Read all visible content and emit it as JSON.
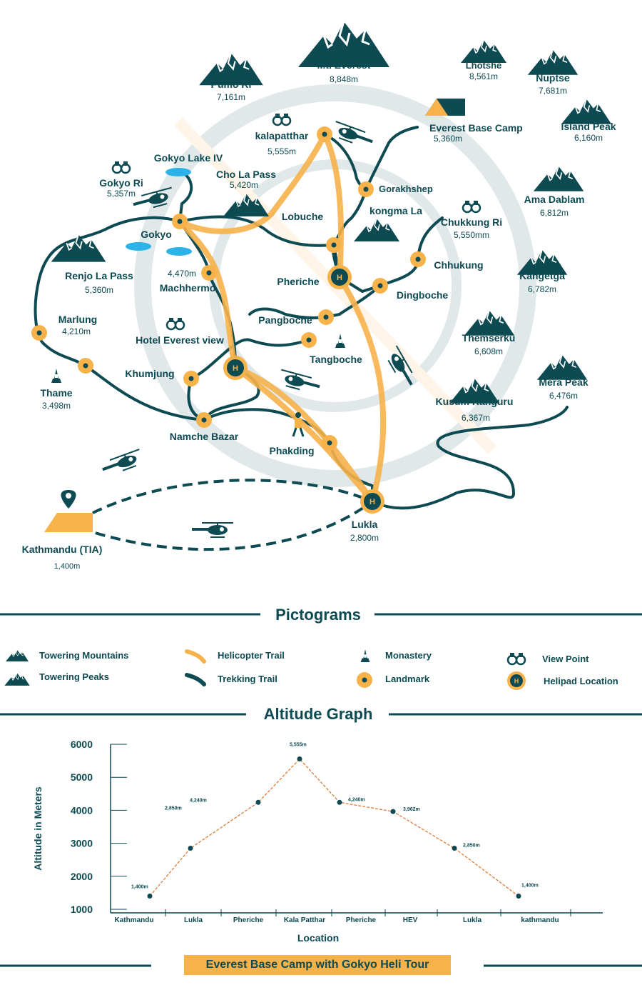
{
  "mountains": [
    {
      "name": "Mt. Everest",
      "alt": "8,848m"
    },
    {
      "name": "Pumo Ri",
      "alt": "7,161m"
    },
    {
      "name": "Lhotshe",
      "alt": "8,561m"
    },
    {
      "name": "Nuptse",
      "alt": "7,681m"
    },
    {
      "name": "Island Peak",
      "alt": "6,160m"
    },
    {
      "name": "Ama Dablam",
      "alt": "6,812m"
    },
    {
      "name": "Kangetga",
      "alt": "6,782m"
    },
    {
      "name": "Themserku",
      "alt": "6,608m"
    },
    {
      "name": "Mera Peak",
      "alt": "6,476m"
    },
    {
      "name": "Kusum Kanguru",
      "alt": "6,367m"
    }
  ],
  "places": [
    {
      "name": "Everest Base Camp",
      "alt": "5,360m"
    },
    {
      "name": "kalapatthar",
      "alt": "5,555m"
    },
    {
      "name": "Gokyo Lake IV",
      "alt": ""
    },
    {
      "name": "Cho La Pass",
      "alt": "5,420m"
    },
    {
      "name": "Gokyo Ri",
      "alt": "5,357m"
    },
    {
      "name": "Gorakhshep",
      "alt": ""
    },
    {
      "name": "Lobuche",
      "alt": ""
    },
    {
      "name": "kongma La",
      "alt": ""
    },
    {
      "name": "Chukkung Ri",
      "alt": "5,550mm"
    },
    {
      "name": "Gokyo",
      "alt": ""
    },
    {
      "name": "Renjo La Pass",
      "alt": "5,360m"
    },
    {
      "name": "Machhermo",
      "alt": "4,470m"
    },
    {
      "name": "Pheriche",
      "alt": ""
    },
    {
      "name": "Chhukung",
      "alt": ""
    },
    {
      "name": "Dingboche",
      "alt": ""
    },
    {
      "name": "Pangboche",
      "alt": ""
    },
    {
      "name": "Marlung",
      "alt": "4,210m"
    },
    {
      "name": "Hotel Everest view",
      "alt": ""
    },
    {
      "name": "Tangboche",
      "alt": ""
    },
    {
      "name": "Khumjung",
      "alt": ""
    },
    {
      "name": "Thame",
      "alt": "3,498m"
    },
    {
      "name": "Namche Bazar",
      "alt": ""
    },
    {
      "name": "Phakding",
      "alt": ""
    },
    {
      "name": "Lukla",
      "alt": "2,800m"
    },
    {
      "name": "Kathmandu (TIA)",
      "alt": "1,400m"
    }
  ],
  "pictograms": {
    "title": "Pictograms",
    "items": [
      "Towering Mountains",
      "Towering Peaks",
      "Helicopter Trail",
      "Trekking Trail",
      "Monastery",
      "Landmark",
      "View Point",
      "Helipad Location"
    ]
  },
  "graph": {
    "title": "Altitude Graph"
  },
  "chart_data": {
    "type": "line",
    "title": "Altitude Graph",
    "xlabel": "Location",
    "ylabel": "Altitude in Meters",
    "categories": [
      "Kathmandu",
      "Lukla",
      "Pheriche",
      "Kala Patthar",
      "Pheriche",
      "HEV",
      "Lukla",
      "kathmandu"
    ],
    "values": [
      1400,
      2850,
      4240,
      5555,
      4240,
      3962,
      2850,
      1400
    ],
    "value_labels": [
      "1,400m",
      "2,850m",
      "4,240m",
      "5,555m",
      "4,240m",
      "3,962m",
      "2,850m",
      "1,400m"
    ],
    "yticks": [
      "6000",
      "5000",
      "4000",
      "3000",
      "2000",
      "1000"
    ],
    "ylim": [
      1000,
      6000
    ],
    "line_color": "#e07b39",
    "marker_color": "#0d4a52"
  },
  "footer": {
    "title": "Everest Base Camp with Gokyo Heli Tour"
  },
  "colors": {
    "teal": "#0d4a52",
    "orange": "#f7b24a",
    "lake": "#2bb3e8"
  }
}
